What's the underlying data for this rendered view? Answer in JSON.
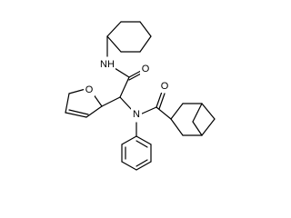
{
  "molecule": {
    "labels": {
      "amide_nh": "NH",
      "amide_o_top": "O",
      "furan_o": "O",
      "amine_n": "N",
      "carbonyl_o_right": "O"
    },
    "colors": {
      "bond": "#000000",
      "label": "#000000",
      "background": "#ffffff"
    }
  }
}
